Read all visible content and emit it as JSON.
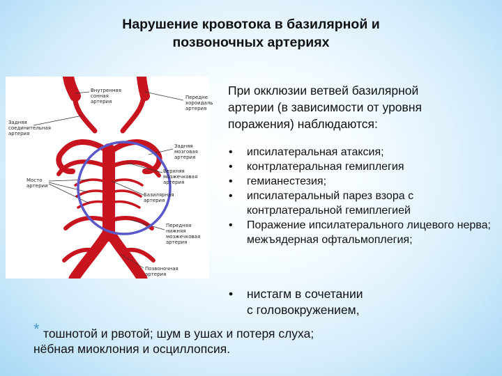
{
  "title": {
    "line1": "Нарушение кровотока в базилярной и",
    "line2": "позвоночных артериях"
  },
  "diagram": {
    "labels": {
      "internal_carotid_1": "Внутренняя",
      "internal_carotid_2": "сонная",
      "internal_carotid_3": "артерия",
      "anterior_choroidal_1": "Передне",
      "anterior_choroidal_2": "хороидаль",
      "anterior_choroidal_3": "артерия",
      "posterior_communicating_1": "Задняя",
      "posterior_communicating_2": "соединительная",
      "posterior_communicating_3": "артерия",
      "posterior_cerebral_1": "Задняя",
      "posterior_cerebral_2": "мозговая",
      "posterior_cerebral_3": "артерия",
      "pontine_1": "Мосто",
      "pontine_2": "артерии",
      "superior_cerebellar_1": "Верхняя",
      "superior_cerebellar_2": "мозжечковая",
      "superior_cerebellar_3": "артерия",
      "basilar_1": "Базилярная",
      "basilar_2": "артерия",
      "anterior_inferior_1": "Передняя",
      "anterior_inferior_2": "нижняя",
      "anterior_inferior_3": "мозжечковая",
      "anterior_inferior_4": "артерия",
      "vertebral_1": "Позвоночная",
      "vertebral_2": "артерия"
    },
    "colors": {
      "artery": "#c8141e",
      "artery_dark": "#8c0a10",
      "circle": "#5a57c9"
    }
  },
  "intro": {
    "line1": "При окклюзии ветвей базилярной",
    "line2": "артерии (в зависимости от уровня",
    "line3": "поражения) наблюдаются:"
  },
  "bullet_symbol": "•",
  "bullets": [
    {
      "text": "ипсилатеральная атаксия;"
    },
    {
      "text": "контрлатеральная гемиплегия"
    },
    {
      "text": " гемианестезия;"
    },
    {
      "text": " ипсилатеральный парез взора с контрлатеральной гемиплегией"
    },
    {
      "text": "Поражение ипсилатерального лицевого нерва; межъядерная офтальмоплегия;"
    }
  ],
  "bullet_last": {
    "line1": "нистагм в сочетании",
    "line2": "с головокружением,"
  },
  "star_symbol": "*",
  "footer": {
    "line1": " тошнотой и рвотой; шум в ушах и потеря слуха;",
    "line2": "нёбная миоклония и осциллопсия."
  }
}
